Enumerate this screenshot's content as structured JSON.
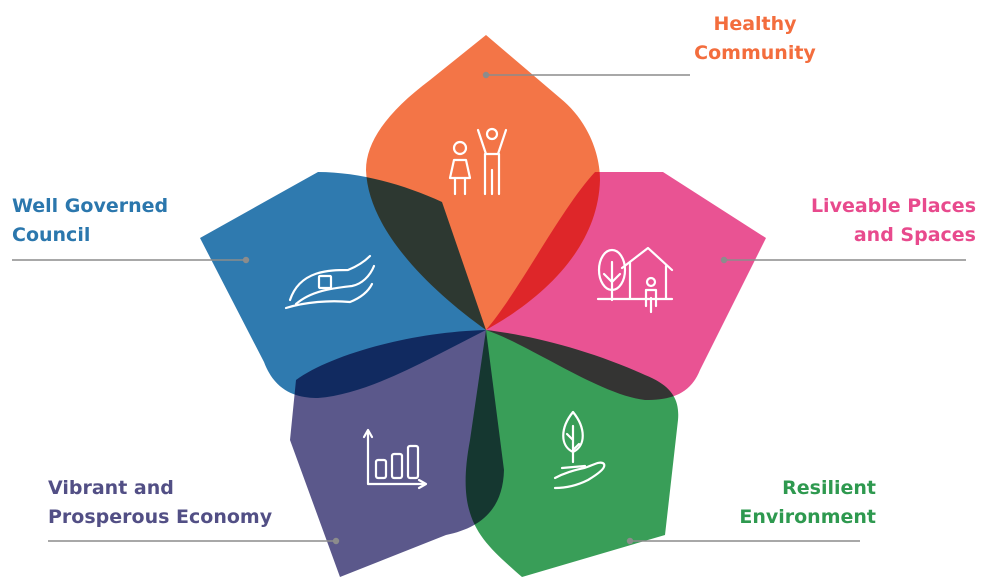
{
  "pillars": {
    "healthy": {
      "line1": "Healthy",
      "line2": "Community",
      "color": "#f36d3d"
    },
    "liveable": {
      "line1": "Liveable Places",
      "line2": "and Spaces",
      "color": "#e84a8d"
    },
    "resilient": {
      "line1": "Resilient",
      "line2": "Environment",
      "color": "#2e994f"
    },
    "vibrant": {
      "line1": "Vibrant and",
      "line2": "Prosperous Economy",
      "color": "#524f85"
    },
    "governed": {
      "line1": "Well Governed",
      "line2": "Council",
      "color": "#2b77ad"
    }
  },
  "icons": {
    "healthy": "family-icon",
    "liveable": "house-tree-icon",
    "resilient": "plant-in-hand-icon",
    "vibrant": "bar-chart-icon",
    "governed": "banner-ribbon-icon"
  }
}
